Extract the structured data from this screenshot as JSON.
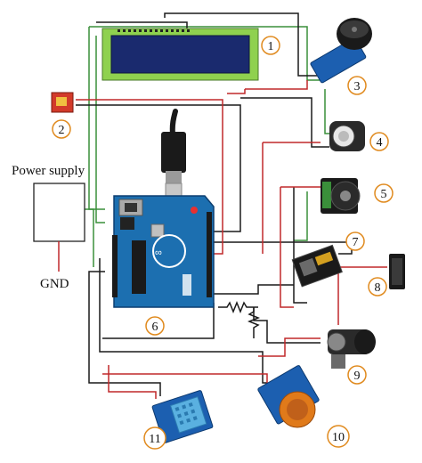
{
  "labels": {
    "power_supply": "Power supply",
    "gnd": "GND"
  },
  "callouts": [
    {
      "id": "lcd",
      "text": "1"
    },
    {
      "id": "gsm",
      "text": "2"
    },
    {
      "id": "buzzer",
      "text": "3"
    },
    {
      "id": "gas-sensor",
      "text": "4"
    },
    {
      "id": "fan-motor",
      "text": "5"
    },
    {
      "id": "wifi-module",
      "text": "7"
    },
    {
      "id": "arduino",
      "text": "6"
    },
    {
      "id": "antenna",
      "text": "8"
    },
    {
      "id": "servo",
      "text": "9"
    },
    {
      "id": "mq-sensor",
      "text": "10"
    },
    {
      "id": "dht-sensor",
      "text": "11"
    }
  ],
  "colors": {
    "wire_black": "#1a1a1a",
    "wire_red": "#c0282a",
    "wire_green": "#3a8f3a",
    "callout_ring": "#e08a1e",
    "arduino_blue": "#1c6fb0",
    "lcd_green": "#8fd14f",
    "lcd_screen": "#1a2a6e"
  }
}
